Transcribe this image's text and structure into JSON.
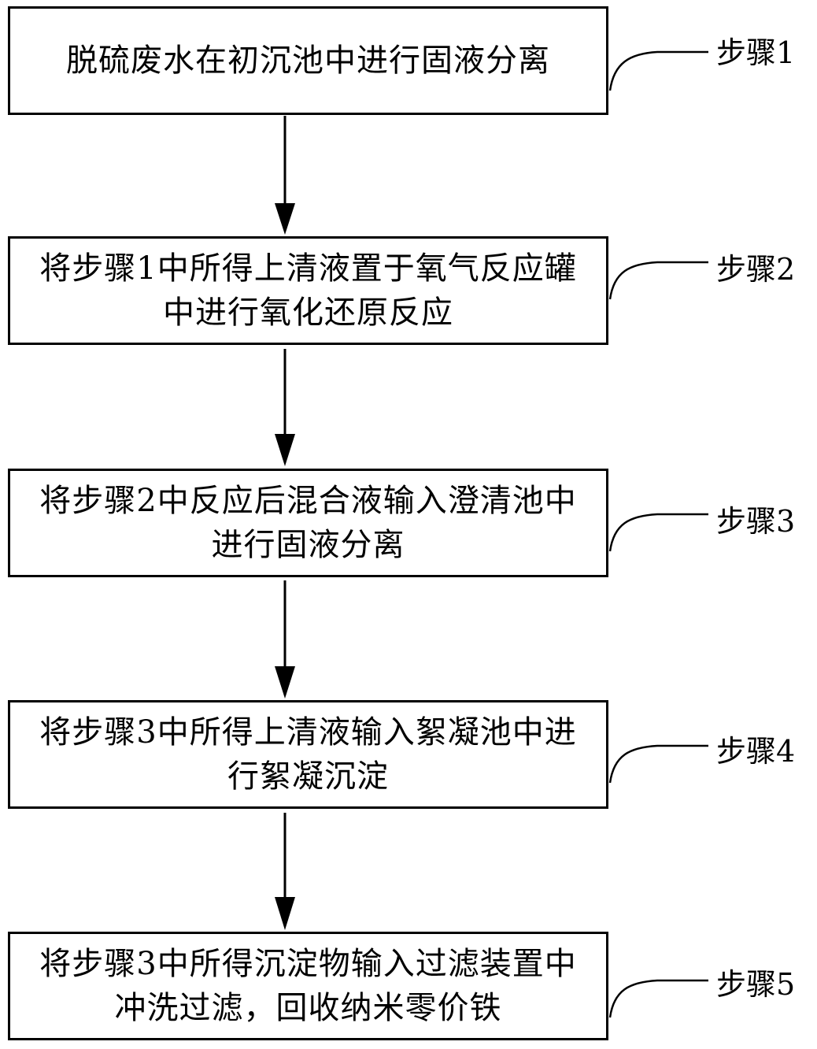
{
  "steps": [
    {
      "text": "脱硫废水在初沉池中进行固液分离",
      "label": "步骤1"
    },
    {
      "text": "将步骤1中所得上清液置于氧气反应罐中进行氧化还原反应",
      "label": "步骤2"
    },
    {
      "text": "将步骤2中反应后混合液输入澄清池中进行固液分离",
      "label": "步骤3"
    },
    {
      "text": "将步骤3中所得上清液输入絮凝池中进行絮凝沉淀",
      "label": "步骤4"
    },
    {
      "text": "将步骤3中所得沉淀物输入过滤装置中冲洗过滤，回收纳米零价铁",
      "label": "步骤5"
    }
  ]
}
